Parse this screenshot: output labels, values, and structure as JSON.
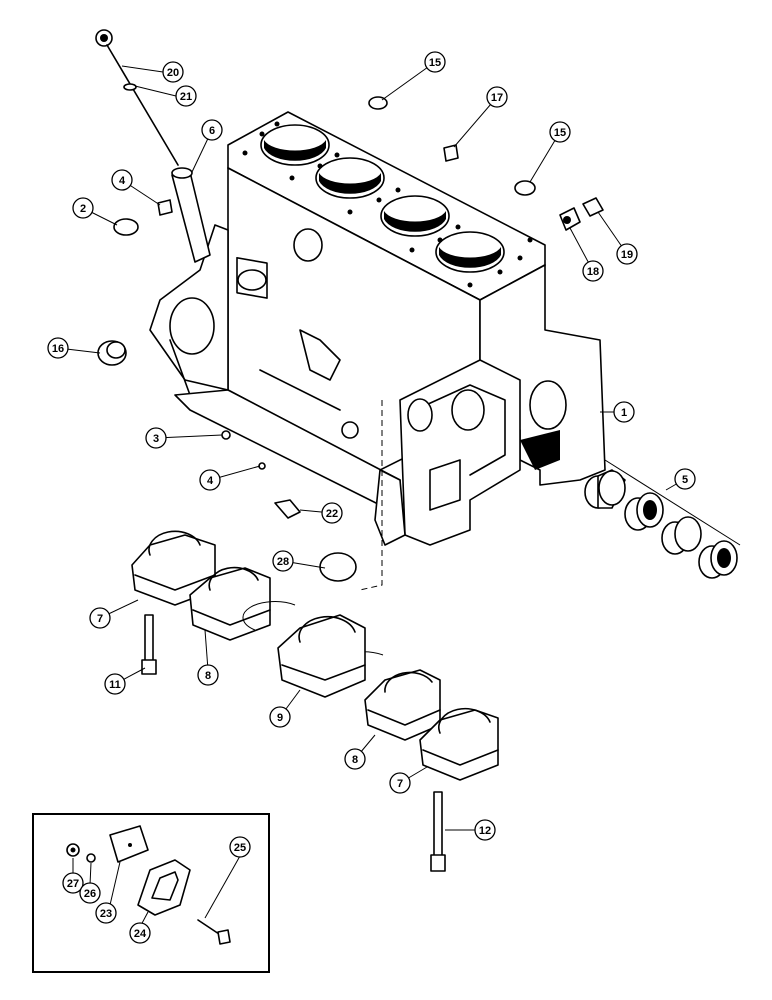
{
  "callouts": [
    {
      "id": "c20",
      "label": "20"
    },
    {
      "id": "c21",
      "label": "21"
    },
    {
      "id": "c15a",
      "label": "15"
    },
    {
      "id": "c17",
      "label": "17"
    },
    {
      "id": "c6",
      "label": "6"
    },
    {
      "id": "c15b",
      "label": "15"
    },
    {
      "id": "c4a",
      "label": "4"
    },
    {
      "id": "c2",
      "label": "2"
    },
    {
      "id": "c19",
      "label": "19"
    },
    {
      "id": "c18",
      "label": "18"
    },
    {
      "id": "c16",
      "label": "16"
    },
    {
      "id": "c1",
      "label": "1"
    },
    {
      "id": "c3",
      "label": "3"
    },
    {
      "id": "c4b",
      "label": "4"
    },
    {
      "id": "c5",
      "label": "5"
    },
    {
      "id": "c22",
      "label": "22"
    },
    {
      "id": "c28",
      "label": "28"
    },
    {
      "id": "c7a",
      "label": "7"
    },
    {
      "id": "c8a",
      "label": "8"
    },
    {
      "id": "c11",
      "label": "11"
    },
    {
      "id": "c9",
      "label": "9"
    },
    {
      "id": "c8b",
      "label": "8"
    },
    {
      "id": "c7b",
      "label": "7"
    },
    {
      "id": "c12",
      "label": "12"
    },
    {
      "id": "c25",
      "label": "25"
    },
    {
      "id": "c27",
      "label": "27"
    },
    {
      "id": "c26",
      "label": "26"
    },
    {
      "id": "c23",
      "label": "23"
    },
    {
      "id": "c24",
      "label": "24"
    }
  ]
}
